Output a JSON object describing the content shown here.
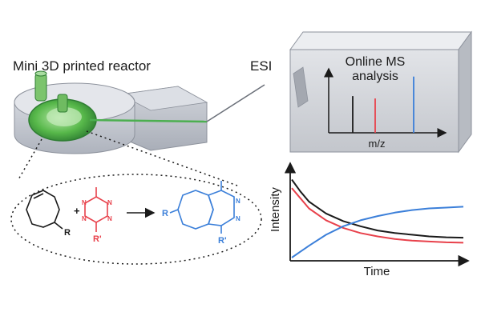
{
  "labels": {
    "reactor_title": "Mini 3D printed reactor",
    "esi": "ESI",
    "ms_title_line1": "Online MS",
    "ms_title_line2": "analysis",
    "mz_axis": "m/z",
    "intensity_axis": "Intensity",
    "time_axis": "Time"
  },
  "chemistry": {
    "reactant1_sub": "R",
    "reactant2_sub": "R'",
    "product_sub_left": "R",
    "product_sub_right": "R'",
    "plus": "+",
    "nitrogen": "N"
  },
  "colors": {
    "black_series": "#1a1a1a",
    "red_series": "#e8414b",
    "blue_series": "#3b7fd9",
    "reactor_body": "#c9cdd6",
    "reactor_green": "#4caf50",
    "ms_box": "#d4d7dc"
  },
  "chart_data": [
    {
      "type": "bar",
      "title": "Online MS analysis",
      "xlabel": "m/z",
      "ylabel": "",
      "categories": [
        "peak-black",
        "peak-red",
        "peak-blue"
      ],
      "values": [
        0.62,
        0.58,
        0.95
      ],
      "colors": [
        "#1a1a1a",
        "#e8414b",
        "#3b7fd9"
      ]
    },
    {
      "type": "line",
      "title": "",
      "xlabel": "Time",
      "ylabel": "Intensity",
      "x": [
        0,
        0.05,
        0.1,
        0.2,
        0.3,
        0.4,
        0.5,
        0.6,
        0.7,
        0.8,
        0.9,
        1.0
      ],
      "series": [
        {
          "name": "black",
          "color": "#1a1a1a",
          "values": [
            0.92,
            0.78,
            0.66,
            0.52,
            0.43,
            0.37,
            0.32,
            0.29,
            0.27,
            0.25,
            0.24,
            0.235
          ]
        },
        {
          "name": "red",
          "color": "#e8414b",
          "values": [
            0.82,
            0.7,
            0.58,
            0.44,
            0.35,
            0.29,
            0.25,
            0.22,
            0.2,
            0.19,
            0.18,
            0.175
          ]
        },
        {
          "name": "blue",
          "color": "#3b7fd9",
          "values": [
            0.0,
            0.07,
            0.14,
            0.27,
            0.37,
            0.44,
            0.49,
            0.53,
            0.56,
            0.58,
            0.59,
            0.6
          ]
        }
      ],
      "ylim": [
        0,
        1
      ]
    }
  ]
}
